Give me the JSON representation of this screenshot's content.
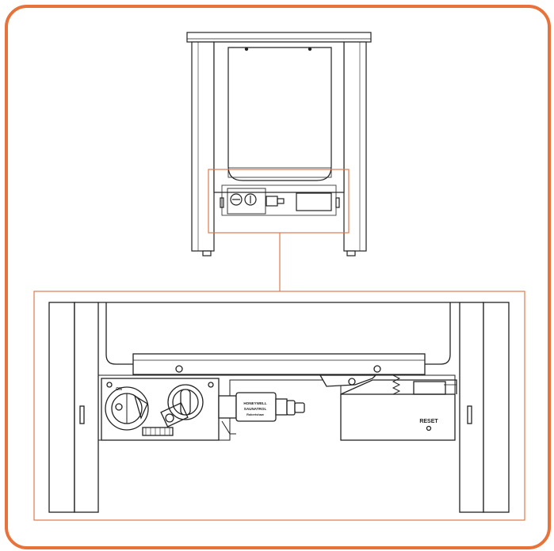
{
  "colors": {
    "frame_accent": "#e8733a",
    "callout_accent": "#e07a4e",
    "line": "#222222"
  },
  "labels": {
    "reset": "RESET",
    "valve_tag_line1": "HONEYWELL",
    "valve_tag_line2": "SAUNATROL",
    "valve_tag_line3": "Robertshaw",
    "on_mark": "ON"
  }
}
